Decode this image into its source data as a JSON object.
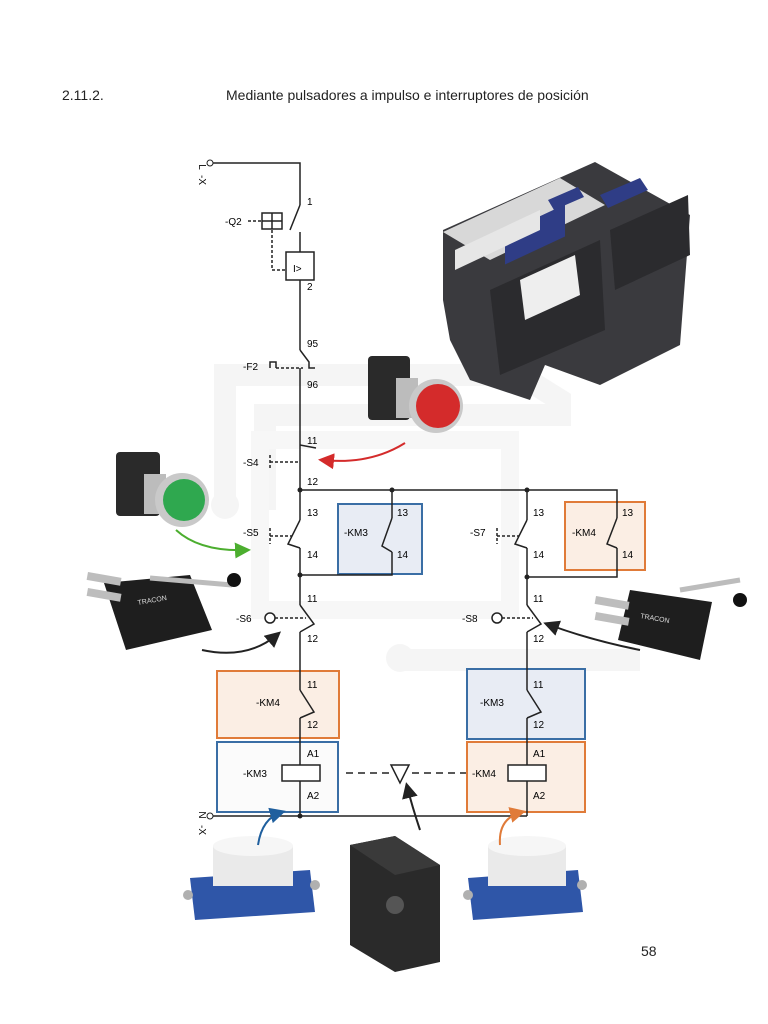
{
  "header": {
    "section_number": "2.11.2.",
    "title": "Mediante pulsadores a impulso e interruptores de posición"
  },
  "page": {
    "number": "58"
  },
  "diagram": {
    "supply_top": {
      "tag": "-X",
      "terminal": "L"
    },
    "supply_bottom": {
      "tag": "-X",
      "terminal": "N"
    },
    "breaker": {
      "tag": "-Q2",
      "pin_top": "1",
      "pin_bottom": "2",
      "symbol": "I>"
    },
    "overload": {
      "tag": "-F2",
      "pin_top": "95",
      "pin_bottom": "96"
    },
    "stop": {
      "tag": "-S4",
      "pin_top": "11",
      "pin_bottom": "12"
    },
    "start_left": {
      "tag": "-S5",
      "pin_top": "13",
      "pin_bottom": "14"
    },
    "hold_left": {
      "tag": "-KM3",
      "pin_top": "13",
      "pin_bottom": "14"
    },
    "start_right": {
      "tag": "-S7",
      "pin_top": "13",
      "pin_bottom": "14"
    },
    "hold_right": {
      "tag": "-KM4",
      "pin_top": "13",
      "pin_bottom": "14"
    },
    "limit_left": {
      "tag": "-S6",
      "pin_top": "11",
      "pin_bottom": "12"
    },
    "limit_right": {
      "tag": "-S8",
      "pin_top": "11",
      "pin_bottom": "12"
    },
    "interlock_left": {
      "tag": "-KM4",
      "pin_top": "11",
      "pin_bottom": "12"
    },
    "interlock_right": {
      "tag": "-KM3",
      "pin_top": "11",
      "pin_bottom": "12"
    },
    "coil_left": {
      "tag": "-KM3",
      "pin_top": "A1",
      "pin_bottom": "A2"
    },
    "coil_right": {
      "tag": "-KM4",
      "pin_top": "A1",
      "pin_bottom": "A2"
    },
    "microswitch_brand": "TRACON",
    "colors": {
      "blue": "#3a6ea5",
      "orange": "#e07b39",
      "green": "#4cae2f",
      "red": "#d42b2b",
      "blue_fill": "#e8ecf4",
      "orange_fill": "#fbeee4"
    }
  }
}
